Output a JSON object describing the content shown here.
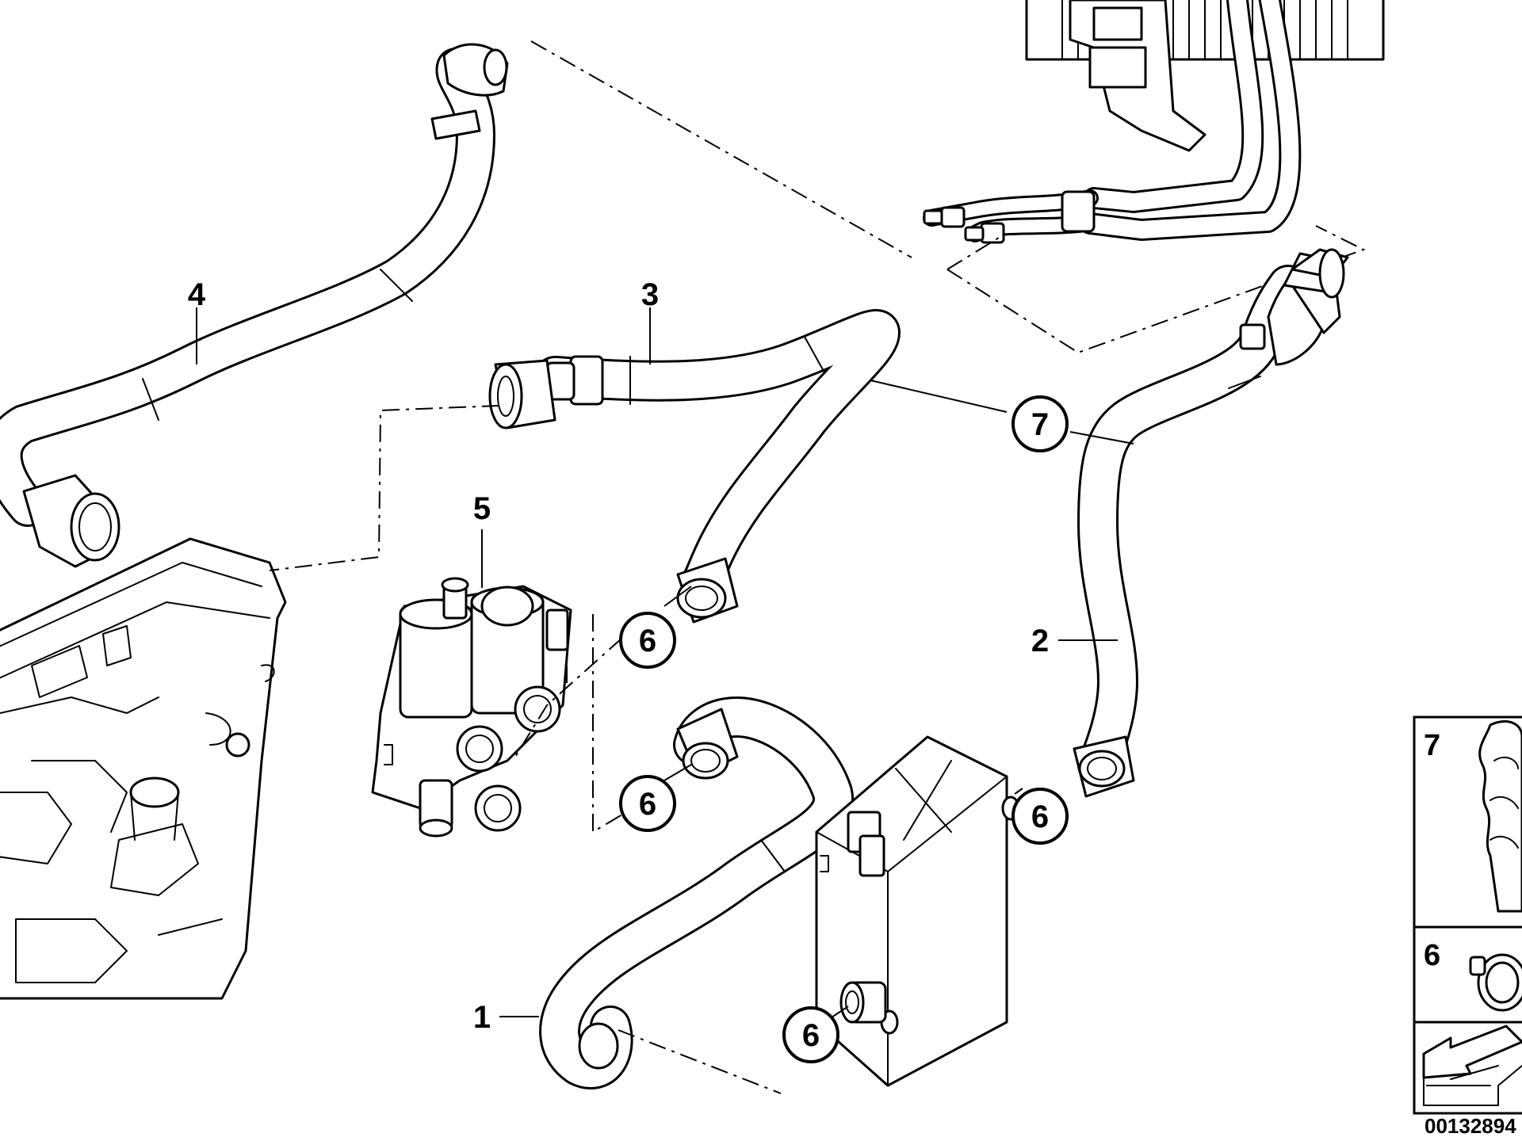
{
  "part_labels": [
    {
      "id": "hose-4",
      "number": "4"
    },
    {
      "id": "hose-3",
      "number": "3"
    },
    {
      "id": "valve-5",
      "number": "5"
    },
    {
      "id": "hose-2",
      "number": "2"
    },
    {
      "id": "hose-1",
      "number": "1"
    }
  ],
  "callouts": [
    {
      "id": "clamp-7",
      "number": "7"
    },
    {
      "id": "clamp-6-a",
      "number": "6"
    },
    {
      "id": "clamp-6-b",
      "number": "6"
    },
    {
      "id": "clamp-6-c",
      "number": "6"
    },
    {
      "id": "clamp-6-d",
      "number": "6"
    }
  ],
  "legend": [
    {
      "id": "legend-clip",
      "number": "7"
    },
    {
      "id": "legend-clamp",
      "number": "6"
    }
  ],
  "reference_number": "00132894",
  "colors": {
    "line": "#000000",
    "background": "#ffffff"
  }
}
